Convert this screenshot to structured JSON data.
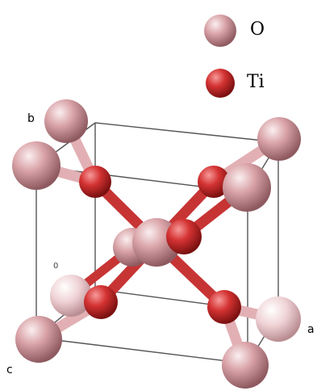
{
  "legend": {
    "items": [
      {
        "label": "O",
        "color": "#d9a3a8"
      },
      {
        "label": "Ti",
        "color": "#cc2b2b"
      }
    ]
  },
  "axes": {
    "a": "a",
    "b": "b",
    "c": "c",
    "origin": "0"
  },
  "colors": {
    "oxygen": "#d9a3a8",
    "oxygen_light": "#f1d3d5",
    "titanium": "#cc2b2b",
    "bond_oxygen": "#e8b7bb",
    "bond_titanium": "#c73434",
    "cell_edge": "#555555"
  }
}
